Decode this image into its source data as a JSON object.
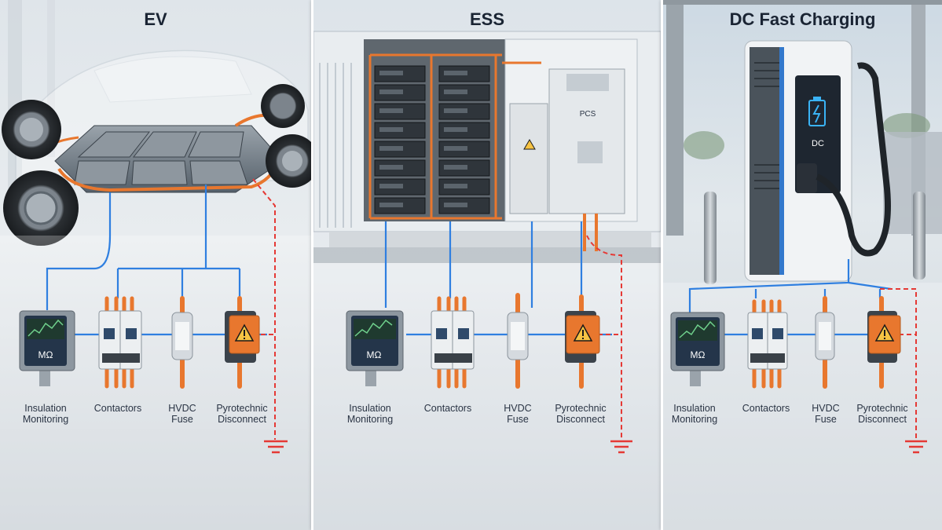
{
  "panels": [
    {
      "title": "EV",
      "labels": {
        "insulation": "Insulation\nMonitoring",
        "contactors": "Contactors",
        "fuse": "HVDC\nFuse",
        "pyro": "Pyrotechnic\nDisconnect"
      },
      "meter_unit": "MΩ"
    },
    {
      "title": "ESS",
      "labels": {
        "insulation": "Insulation\nMonitoring",
        "contactors": "Contactors",
        "fuse": "HVDC\nFuse",
        "pyro": "Pyrotechnic\nDisconnect"
      },
      "meter_unit": "MΩ",
      "cabinet_label": "PCS"
    },
    {
      "title": "DC Fast Charging",
      "labels": {
        "insulation": "Insulation\nMonitoring",
        "contactors": "Contactors",
        "fuse": "HVDC\nFuse",
        "pyro": "Pyrotechnic\nDisconnect"
      },
      "meter_unit": "MΩ",
      "charger_screen_label": "DC"
    }
  ],
  "colors": {
    "hv_blue": "#2f7fe0",
    "ground_red": "#e53935",
    "cable_orange": "#e8772e",
    "warning_orange": "#e8772e"
  },
  "icons": [
    "warning-icon",
    "battery-bolt-icon",
    "ground-symbol-icon",
    "chart-line-icon"
  ]
}
